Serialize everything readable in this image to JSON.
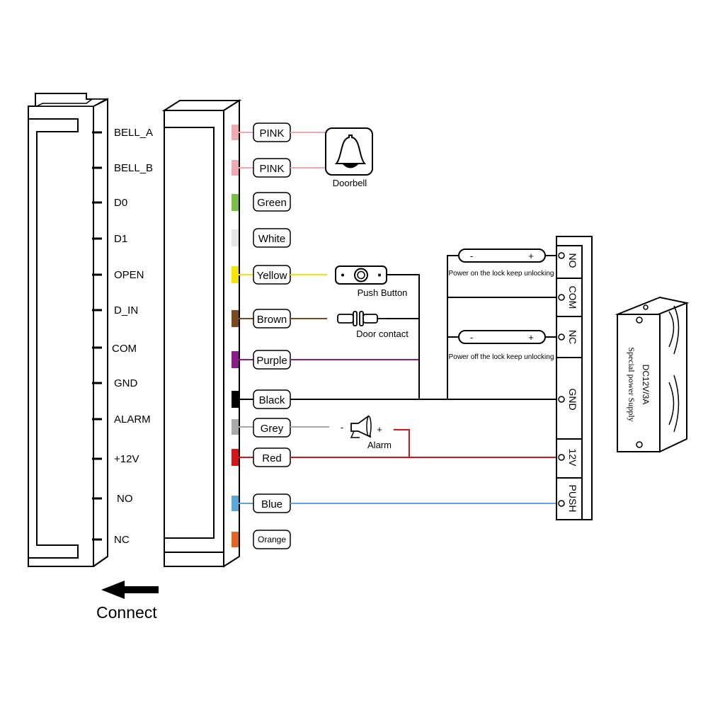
{
  "pins": [
    {
      "label": "BELL_A"
    },
    {
      "label": "BELL_B"
    },
    {
      "label": "D0"
    },
    {
      "label": "D1"
    },
    {
      "label": "OPEN"
    },
    {
      "label": "D_IN"
    },
    {
      "label": "COM"
    },
    {
      "label": "GND"
    },
    {
      "label": "ALARM"
    },
    {
      "label": "+12V"
    },
    {
      "label": "NO"
    },
    {
      "label": "NC"
    }
  ],
  "wires": [
    {
      "label": "PINK",
      "color": "#f2a8b0"
    },
    {
      "label": "PINK",
      "color": "#f2a8b0"
    },
    {
      "label": "Green",
      "color": "#7ac143"
    },
    {
      "label": "White",
      "color": "#e6e6e6"
    },
    {
      "label": "Yellow",
      "color": "#f5e400"
    },
    {
      "label": "Brown",
      "color": "#7a4a1e"
    },
    {
      "label": "Purple",
      "color": "#8a1a8a"
    },
    {
      "label": "Black",
      "color": "#000000"
    },
    {
      "label": "Grey",
      "color": "#a8a8a8"
    },
    {
      "label": "Red",
      "color": "#d7141a"
    },
    {
      "label": "Blue",
      "color": "#5aa7dc"
    },
    {
      "label": "Orange",
      "color": "#e8641e"
    }
  ],
  "devices": {
    "doorbell": "Doorbell",
    "push_button": "Push Button",
    "door_contact": "Door contact",
    "alarm": "Alarm",
    "alarm_minus": "-",
    "alarm_plus": "+"
  },
  "locks": {
    "minus": "-",
    "plus": "+",
    "no_caption": "Power on the lock keep unlocking",
    "nc_caption": "Power off the lock keep unlocking"
  },
  "terminal": {
    "labels": [
      "NO",
      "COM",
      "NC",
      "GND",
      "12V",
      "PUSH"
    ]
  },
  "psu": {
    "line1": "DC12V/3A",
    "line2": "Special power Supply"
  },
  "connect_label": "Connect"
}
